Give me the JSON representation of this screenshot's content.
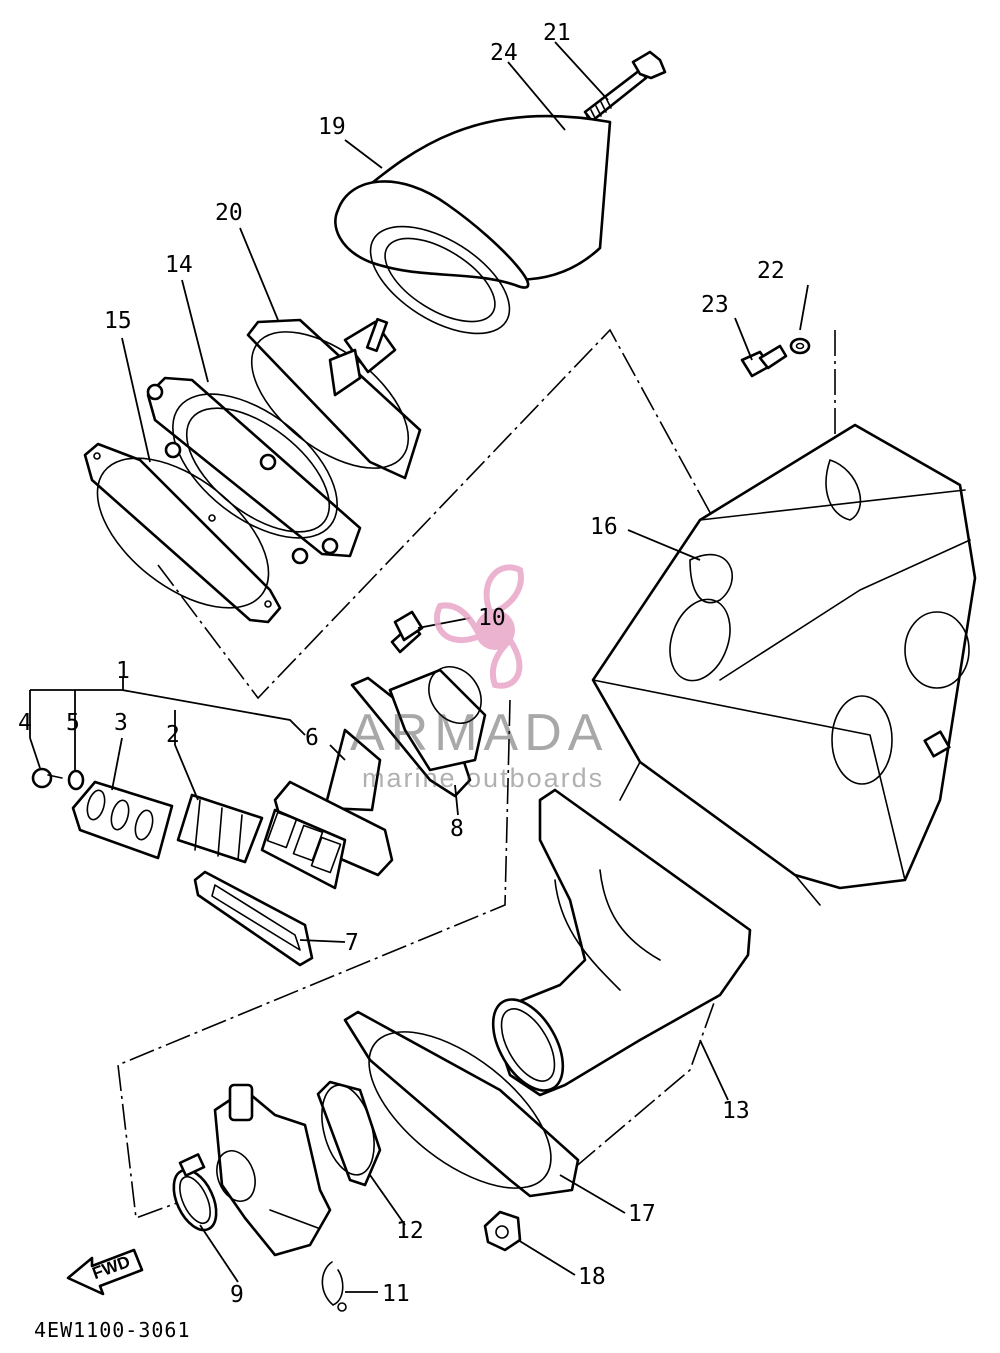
{
  "diagram": {
    "drawing_code": "4EW1100-3061",
    "direction_badge": "FWD",
    "watermark": {
      "name": "ARMADA",
      "subtitle": "marine outboards",
      "logo_color": "#e9a6c9"
    },
    "callouts": [
      {
        "id": "c1",
        "number": "1"
      },
      {
        "id": "c2",
        "number": "2"
      },
      {
        "id": "c3",
        "number": "3"
      },
      {
        "id": "c4",
        "number": "4"
      },
      {
        "id": "c5",
        "number": "5"
      },
      {
        "id": "c6",
        "number": "6"
      },
      {
        "id": "c7",
        "number": "7"
      },
      {
        "id": "c8",
        "number": "8"
      },
      {
        "id": "c9",
        "number": "9"
      },
      {
        "id": "c10",
        "number": "10"
      },
      {
        "id": "c11",
        "number": "11"
      },
      {
        "id": "c12",
        "number": "12"
      },
      {
        "id": "c13",
        "number": "13"
      },
      {
        "id": "c14",
        "number": "14"
      },
      {
        "id": "c15",
        "number": "15"
      },
      {
        "id": "c16",
        "number": "16"
      },
      {
        "id": "c17",
        "number": "17"
      },
      {
        "id": "c18",
        "number": "18"
      },
      {
        "id": "c19",
        "number": "19"
      },
      {
        "id": "c20",
        "number": "20"
      },
      {
        "id": "c21",
        "number": "21"
      },
      {
        "id": "c22",
        "number": "22"
      },
      {
        "id": "c23",
        "number": "23"
      },
      {
        "id": "c24",
        "number": "24"
      }
    ]
  }
}
